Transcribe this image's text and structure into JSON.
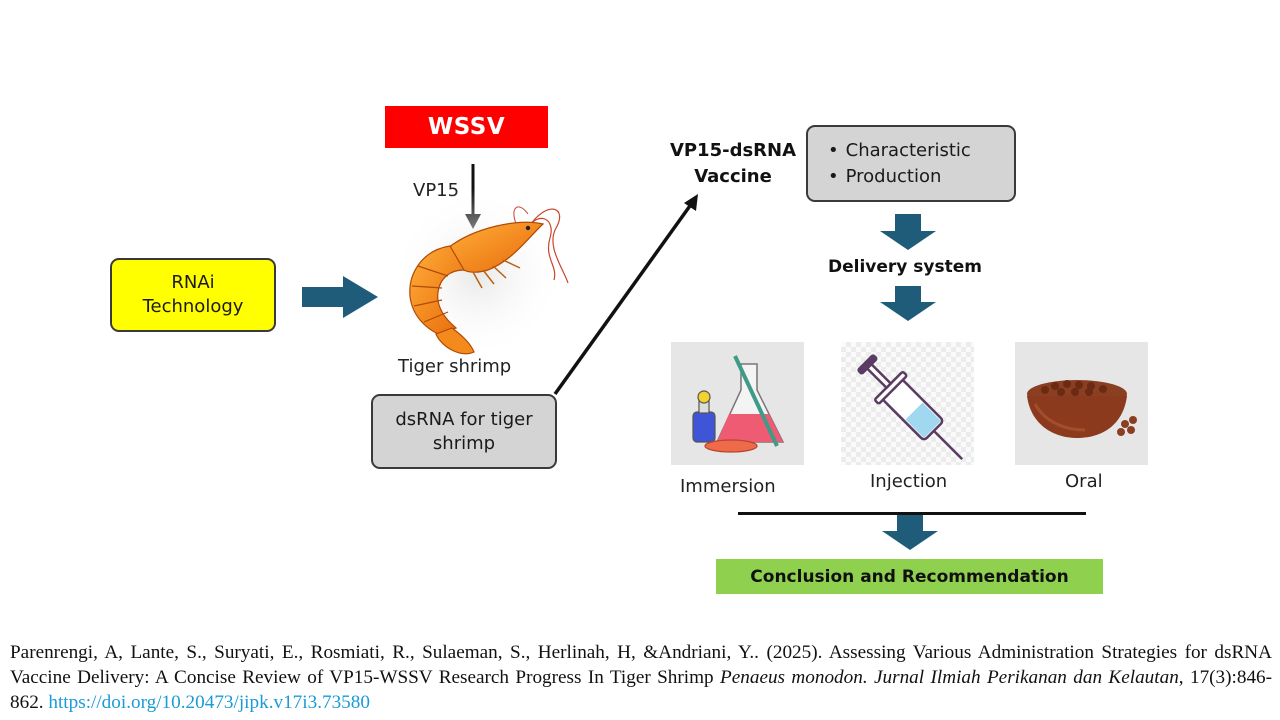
{
  "diagram": {
    "nodes": {
      "wssv": "WSSV",
      "vp15": "VP15",
      "rnai": [
        "RNAi",
        "Technology"
      ],
      "tiger_shrimp": "Tiger shrimp",
      "dsrna": [
        "dsRNA for tiger",
        "shrimp"
      ],
      "vaccine": [
        "VP15-dsRNA",
        "Vaccine"
      ],
      "characteristics": [
        "Characteristic",
        "Production"
      ],
      "delivery_system": "Delivery system",
      "methods": [
        {
          "label": "Immersion",
          "icon": "lab-flask-icon"
        },
        {
          "label": "Injection",
          "icon": "syringe-icon"
        },
        {
          "label": "Oral",
          "icon": "feed-bowl-icon"
        }
      ],
      "conclusion": "Conclusion and Recommendation"
    },
    "colors": {
      "wssv_red": "#ff0000",
      "rnai_yellow": "#ffff00",
      "grey_box": "#d4d4d4",
      "block_arrow": "#1f5c7a",
      "conclusion_green": "#8fd14f",
      "link_blue": "#1a9bd7"
    }
  },
  "citation": {
    "authors_year_title": "Parenrengi, A, Lante, S., Suryati, E., Rosmiati, R., Sulaeman, S., Herlinah, H, &Andriani, Y.. (2025). Assessing Various Administration Strategies for dsRNA Vaccine Delivery: A Concise Review of VP15-WSSV Research Progress In Tiger Shrimp ",
    "species": "Penaeus monodon",
    "journal_sep": ". ",
    "journal": "Jurnal Ilmiah Perikanan dan Kelautan",
    "volume_pages": ", 17(3):846-862. ",
    "doi": "https://doi.org/10.20473/jipk.v17i3.73580"
  }
}
